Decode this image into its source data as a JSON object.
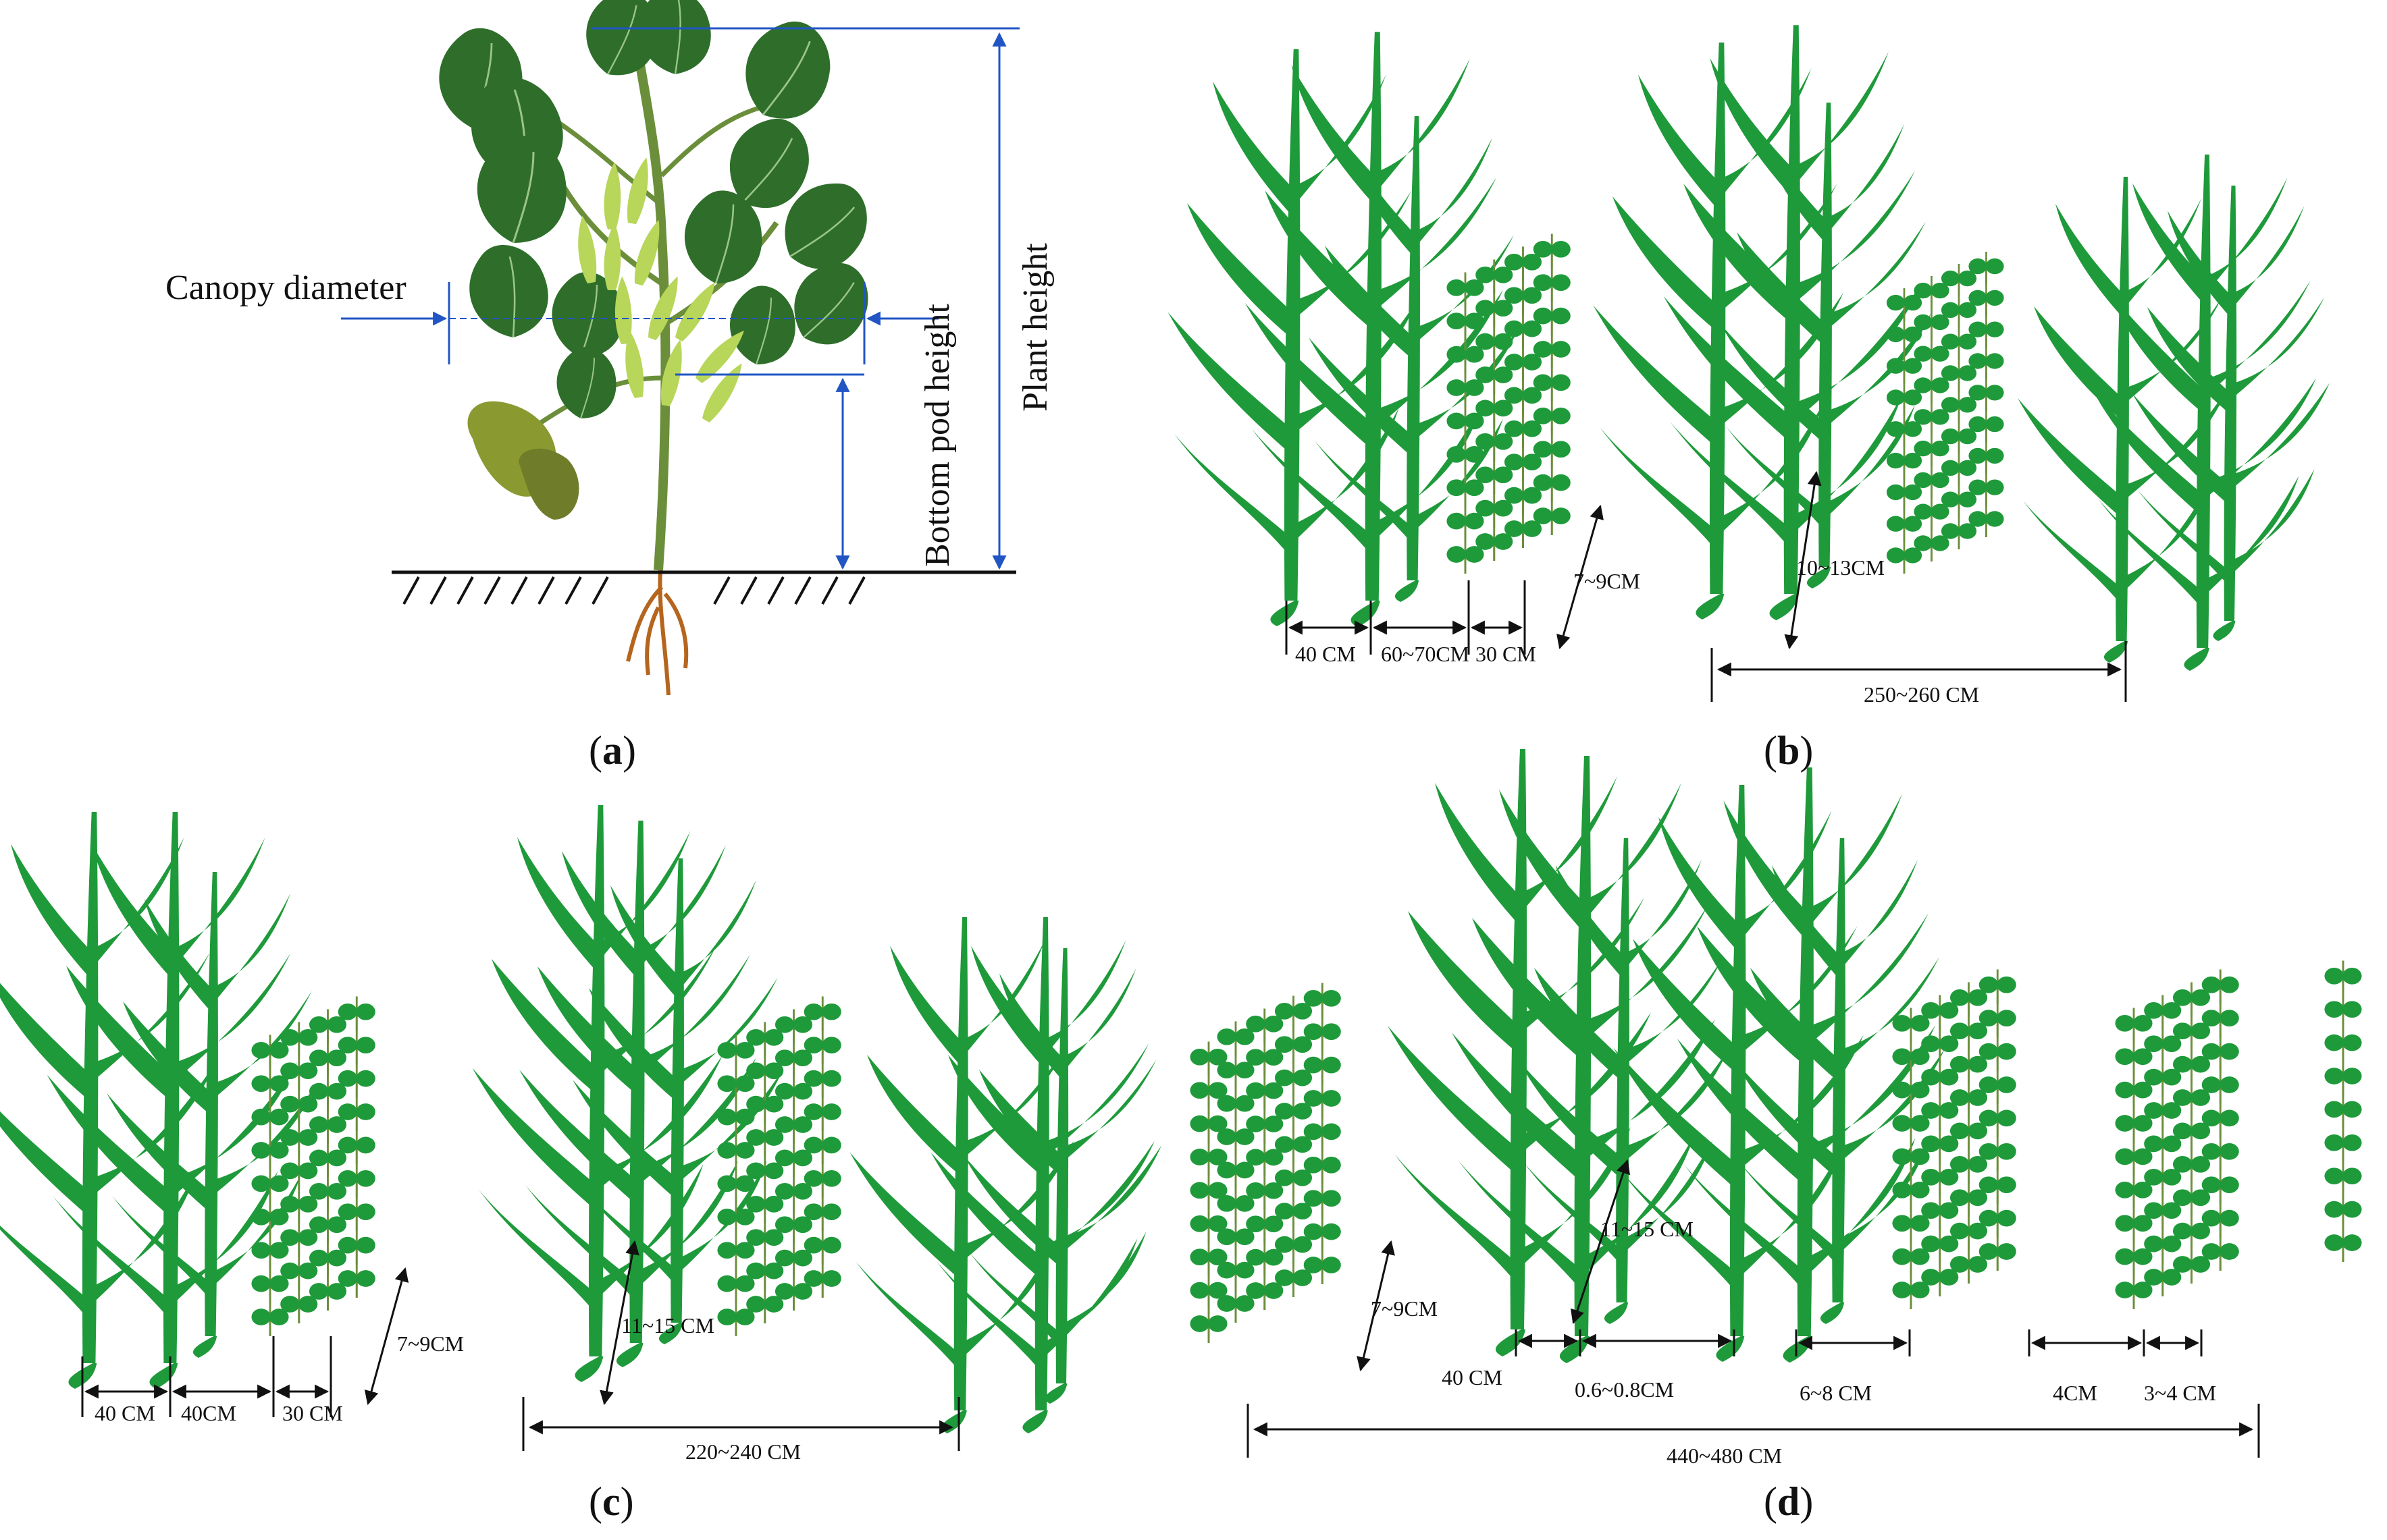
{
  "colors": {
    "plant_green": "#1e9a3a",
    "soy_leaf": "#2e6e2a",
    "pod_green": "#b7d65a",
    "stem": "#6b8e3a",
    "root": "#b5651d",
    "dim_line": "#2155c4",
    "ink": "#111111"
  },
  "panels": {
    "a": {
      "label_open": "(",
      "label_letter": "a",
      "label_close": ")",
      "canopy_diameter": "Canopy diameter",
      "bottom_pod_height": "Bottom pod height",
      "plant_height": "Plant height"
    },
    "b": {
      "label_open": "(",
      "label_letter": "b",
      "label_close": ")",
      "dims": {
        "d1": "40 CM",
        "d2": "60~70CM",
        "d3": "30 CM",
        "d4": "7~9CM",
        "d5": "10~13CM",
        "d6": "250~260 CM"
      }
    },
    "c": {
      "label_open": "(",
      "label_letter": "c",
      "label_close": ")",
      "dims": {
        "d1": "40 CM",
        "d2": "40CM",
        "d3": "30 CM",
        "d4": "7~9CM",
        "d5": "11~15 CM",
        "d6": "220~240 CM"
      }
    },
    "d": {
      "label_open": "(",
      "label_letter": "d",
      "label_close": ")",
      "dims": {
        "d1": "7~9CM",
        "d2": "11~15 CM",
        "d3": "40 CM",
        "d4": "0.6~0.8CM",
        "d5": "6~8 CM",
        "d6": "4CM",
        "d7": "3~4 CM",
        "d8": "440~480 CM"
      }
    }
  }
}
